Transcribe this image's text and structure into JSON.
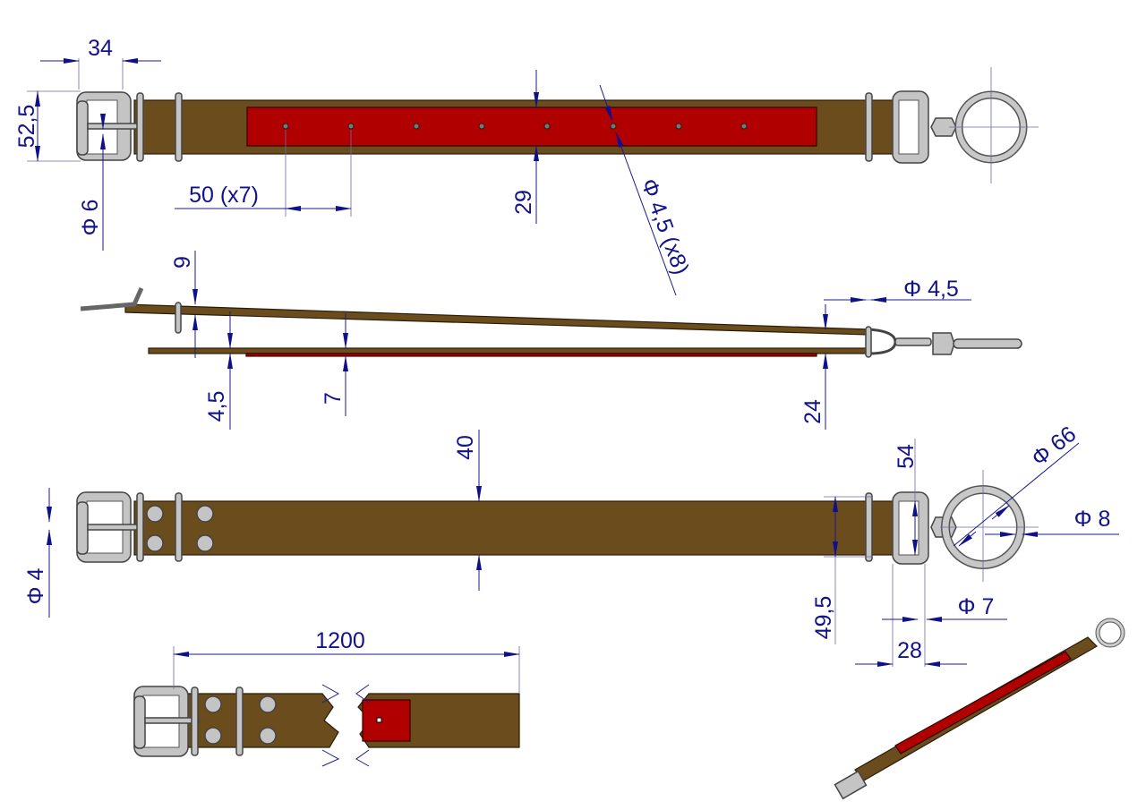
{
  "drawing": {
    "title": "Belt strap with buckle and swivel ring – technical drawing",
    "colors": {
      "leather": "#6b4c1c",
      "panel": "#b00000",
      "dimension": "#12128a",
      "metal": "#c4c4c4"
    },
    "top_view": {
      "buckle_width": "34",
      "buckle_height": "52,5",
      "pin_diameter": "Φ 6",
      "hole_pitch": "50  (x7)",
      "panel_width": "29",
      "hole_diameter": "Φ 4,5 (x8)"
    },
    "side_view": {
      "thickness_top": "9",
      "loop_diameter": "Φ 4,5",
      "leather_thickness": "4,5",
      "panel_thickness": "7",
      "end_height": "24"
    },
    "front_view": {
      "strap_width": "40",
      "dring_height": "54",
      "ring_diameter": "Φ 66",
      "ring_wire": "Φ 8",
      "rivet_diameter": "Φ 4",
      "loop_height": "49,5",
      "dring_wire": "Φ 7",
      "dring_depth": "28"
    },
    "detail_view": {
      "length": "1200"
    }
  }
}
